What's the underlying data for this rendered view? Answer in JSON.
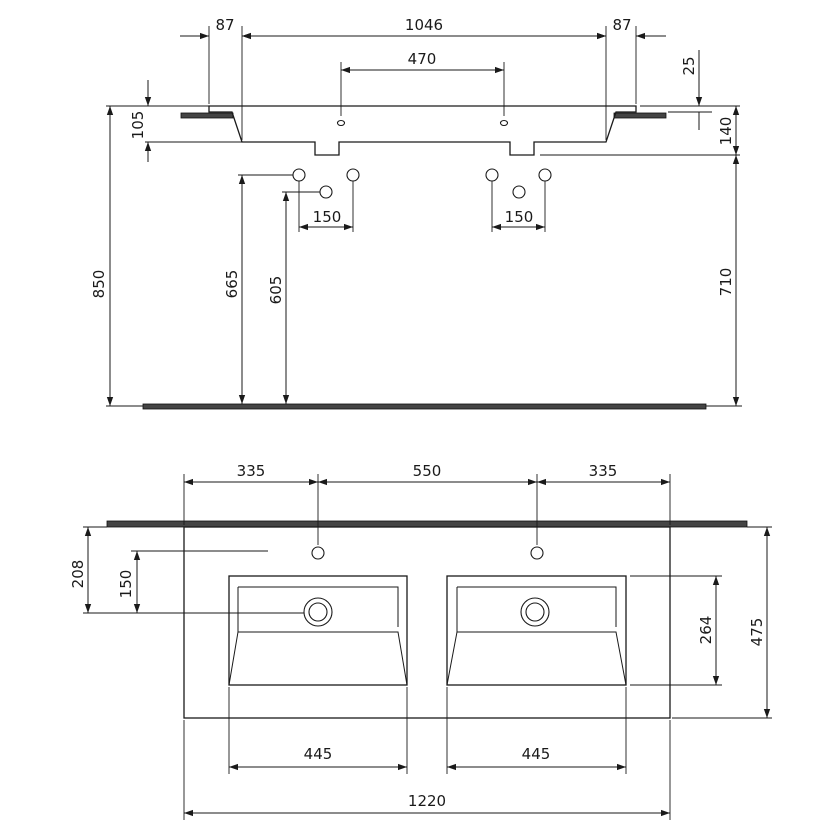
{
  "side_view": {
    "dimensions": {
      "overhang_left": "87",
      "inner_width": "1046",
      "overhang_right": "87",
      "tap_spacing": "470",
      "rim_thickness_right": "25",
      "height_left": "105",
      "height_right": "140",
      "floor_to_rim": "850",
      "floor_to_upper_outlet": "665",
      "floor_to_lower_outlet": "605",
      "floor_to_drain": "710",
      "outlet_spacing_left": "150",
      "outlet_spacing_right": "150"
    }
  },
  "top_view": {
    "dimensions": {
      "edge_to_tap_left": "335",
      "tap_to_tap": "550",
      "tap_to_edge_right": "335",
      "wall_to_drain": "208",
      "tap_to_drain": "150",
      "bowl_depth": "264",
      "overall_depth": "475",
      "bowl_width_left": "445",
      "bowl_width_right": "445",
      "overall_width": "1220"
    }
  }
}
